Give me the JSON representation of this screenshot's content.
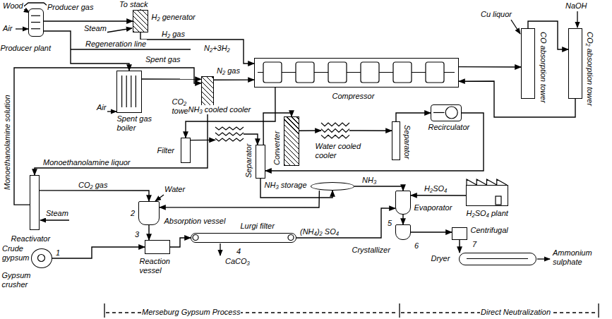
{
  "diagram": {
    "nodes": [
      {
        "text": [
          "Producer plant"
        ]
      },
      {
        "text": [
          "H₂ generator"
        ]
      },
      {
        "text": [
          "Spent gas boiler"
        ]
      },
      {
        "text": [
          "CO₂ tower"
        ]
      },
      {
        "text": [
          "Compressor"
        ]
      },
      {
        "text": [
          "CO absorption tower"
        ]
      },
      {
        "text": [
          "CO₂ absorption tower"
        ]
      },
      {
        "text": [
          "Filter"
        ]
      },
      {
        "text": [
          "NH₃ cooled cooler"
        ]
      },
      {
        "text": [
          "Separator"
        ]
      },
      {
        "text": [
          "Converter"
        ]
      },
      {
        "text": [
          "Water cooled cooler"
        ]
      },
      {
        "text": [
          "Separator"
        ]
      },
      {
        "text": [
          "Recirculator"
        ]
      },
      {
        "text": [
          "NH₃ storage"
        ]
      },
      {
        "text": [
          "Reactivator"
        ]
      },
      {
        "text": [
          "Gypsum crusher"
        ]
      },
      {
        "text": [
          "Absorption vessel"
        ]
      },
      {
        "text": [
          "Reaction vessel"
        ]
      },
      {
        "text": [
          "Lurgi filter"
        ]
      },
      {
        "text": [
          "Evaporator"
        ]
      },
      {
        "text": [
          "Crystallizer"
        ]
      },
      {
        "text": [
          "H₂SO₄ plant"
        ]
      },
      {
        "text": [
          "Centrifugal"
        ]
      },
      {
        "text": [
          "Dryer"
        ]
      }
    ],
    "edges": [
      {
        "from": 0,
        "to": 1,
        "arrow": "to"
      },
      {
        "from": 1,
        "to": 4,
        "label": "H₂ gas",
        "arrow": "to"
      },
      {
        "from": 0,
        "to": 2,
        "arrow": "to"
      },
      {
        "from": 2,
        "to": 3,
        "arrow": "to"
      },
      {
        "from": 3,
        "to": 4,
        "label": "N₂ gas",
        "arrow": "to"
      },
      {
        "from": 4,
        "to": 5,
        "arrow": "to"
      },
      {
        "from": 5,
        "to": 6,
        "arrow": "to"
      },
      {
        "from": 6,
        "to": 4,
        "arrow": "to"
      },
      {
        "from": 4,
        "to": 7,
        "arrow": "to"
      },
      {
        "from": 7,
        "to": 8,
        "arrow": "to"
      },
      {
        "from": 8,
        "to": 9,
        "arrow": "to"
      },
      {
        "from": 9,
        "to": 10,
        "arrow": "to"
      },
      {
        "from": 10,
        "to": 11,
        "arrow": "to"
      },
      {
        "from": 11,
        "to": 12,
        "arrow": "to"
      },
      {
        "from": 12,
        "to": 13,
        "arrow": "to"
      },
      {
        "from": 13,
        "to": 9,
        "arrow": "to"
      },
      {
        "from": 9,
        "to": 14,
        "arrow": "to"
      },
      {
        "from": 14,
        "to": 20,
        "label": "NH₃",
        "arrow": "to"
      },
      {
        "from": 14,
        "to": 17,
        "arrow": "to"
      },
      {
        "from": 3,
        "to": 15,
        "label": "Monoethanolamine liquor",
        "arrow": "to"
      },
      {
        "from": 15,
        "to": 3,
        "label": "Monoethanolamine solution",
        "arrow": "to"
      },
      {
        "from": 15,
        "to": 17,
        "label": "CO₂ gas",
        "arrow": "to"
      },
      {
        "from": 16,
        "to": 18,
        "arrow": "to"
      },
      {
        "from": 17,
        "to": 18,
        "arrow": "to"
      },
      {
        "from": 18,
        "to": 19,
        "arrow": "to"
      },
      {
        "from": 19,
        "to": 20,
        "label": "(NH₄)₂ SO₄",
        "arrow": "to"
      },
      {
        "from": 22,
        "to": 20,
        "label": "H₂SO₄",
        "arrow": "to"
      },
      {
        "from": 20,
        "to": 21,
        "arrow": "to"
      },
      {
        "from": 21,
        "to": 23,
        "arrow": "to"
      },
      {
        "from": 23,
        "to": 24,
        "arrow": "to"
      }
    ],
    "labels": [
      "Wood",
      "Producer gas",
      "Air",
      "Steam",
      "To stack",
      "Regeneration line",
      "N₂+3H₂",
      "Spent gas",
      "Air",
      "Cu liquor",
      "NaOH",
      "Water",
      "Steam",
      "Crude gypsum",
      "1",
      "2",
      "3",
      "4",
      "CaCO₃",
      "5",
      "6",
      "7",
      "Ammonium sulphate",
      "Merseburg Gypsum Process",
      "Direct Neutralization"
    ]
  }
}
